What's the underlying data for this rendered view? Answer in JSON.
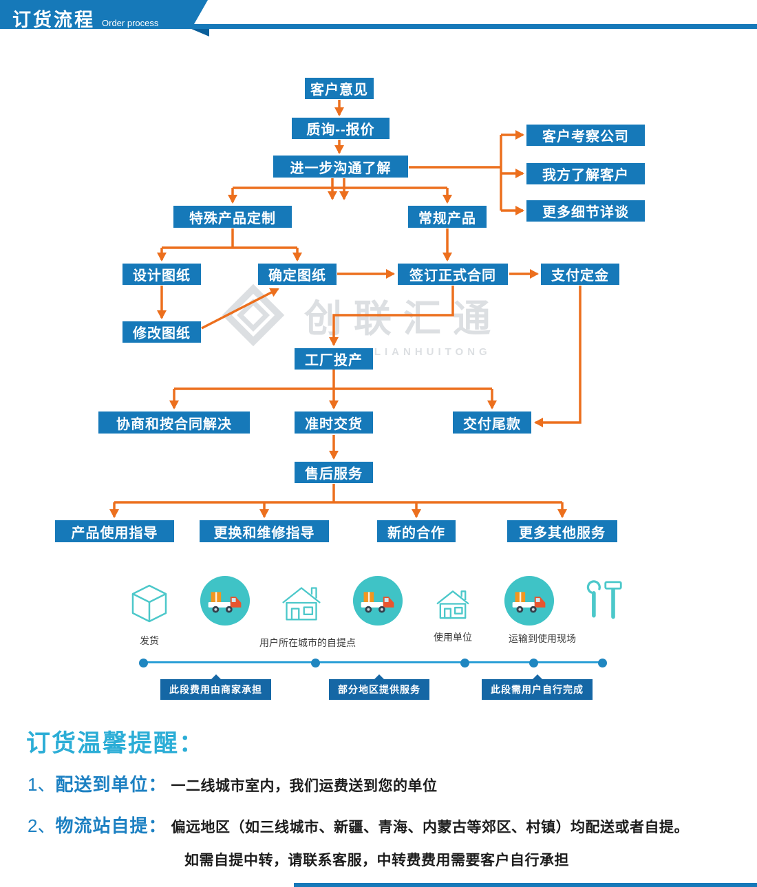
{
  "header": {
    "title": "订货流程",
    "subtitle": "Order process"
  },
  "watermark": {
    "cn": "创联汇通",
    "en": "CHUANGLIANHUITONG"
  },
  "flow": {
    "nodes": [
      {
        "label": "客户意见"
      },
      {
        "label": "质询--报价"
      },
      {
        "label": "进一步沟通了解"
      },
      {
        "label": "客户考察公司"
      },
      {
        "label": "我方了解客户"
      },
      {
        "label": "更多细节详谈"
      },
      {
        "label": "特殊产品定制"
      },
      {
        "label": "常规产品"
      },
      {
        "label": "设计图纸"
      },
      {
        "label": "确定图纸"
      },
      {
        "label": "签订正式合同"
      },
      {
        "label": "支付定金"
      },
      {
        "label": "修改图纸"
      },
      {
        "label": "工厂投产"
      },
      {
        "label": "协商和按合同解决"
      },
      {
        "label": "准时交货"
      },
      {
        "label": "交付尾款"
      },
      {
        "label": "售后服务"
      },
      {
        "label": "产品使用指导"
      },
      {
        "label": "更换和维修指导"
      },
      {
        "label": "新的合作"
      },
      {
        "label": "更多其他服务"
      }
    ]
  },
  "logistics": {
    "labels": {
      "ship": "发货",
      "pickup_point": "用户所在城市的自提点",
      "use_unit": "使用单位",
      "transport_site": "运输到使用现场"
    },
    "callouts": [
      {
        "label": "此段费用由商家承担"
      },
      {
        "label": "部分地区提供服务"
      },
      {
        "label": "此段需用户自行完成"
      }
    ]
  },
  "notes": {
    "title": "订货温馨提醒：",
    "items": [
      {
        "num": "1、",
        "head": "配送到单位：",
        "text": "一二线城市室内，我们运费送到您的单位"
      },
      {
        "num": "2、",
        "head": "物流站自提：",
        "text": "偏远地区（如三线城市、新疆、青海、内蒙古等郊区、村镇）均配送或者自提。"
      }
    ],
    "extra": "如需自提中转，请联系客服，中转费费用需要客户自行承担"
  },
  "colors": {
    "box_blue": "#1679b9",
    "arrow_orange": "#ec6f1d",
    "teal": "#4cc8ca",
    "callout_blue": "#1567a5",
    "title_cyan": "#2badd6"
  }
}
